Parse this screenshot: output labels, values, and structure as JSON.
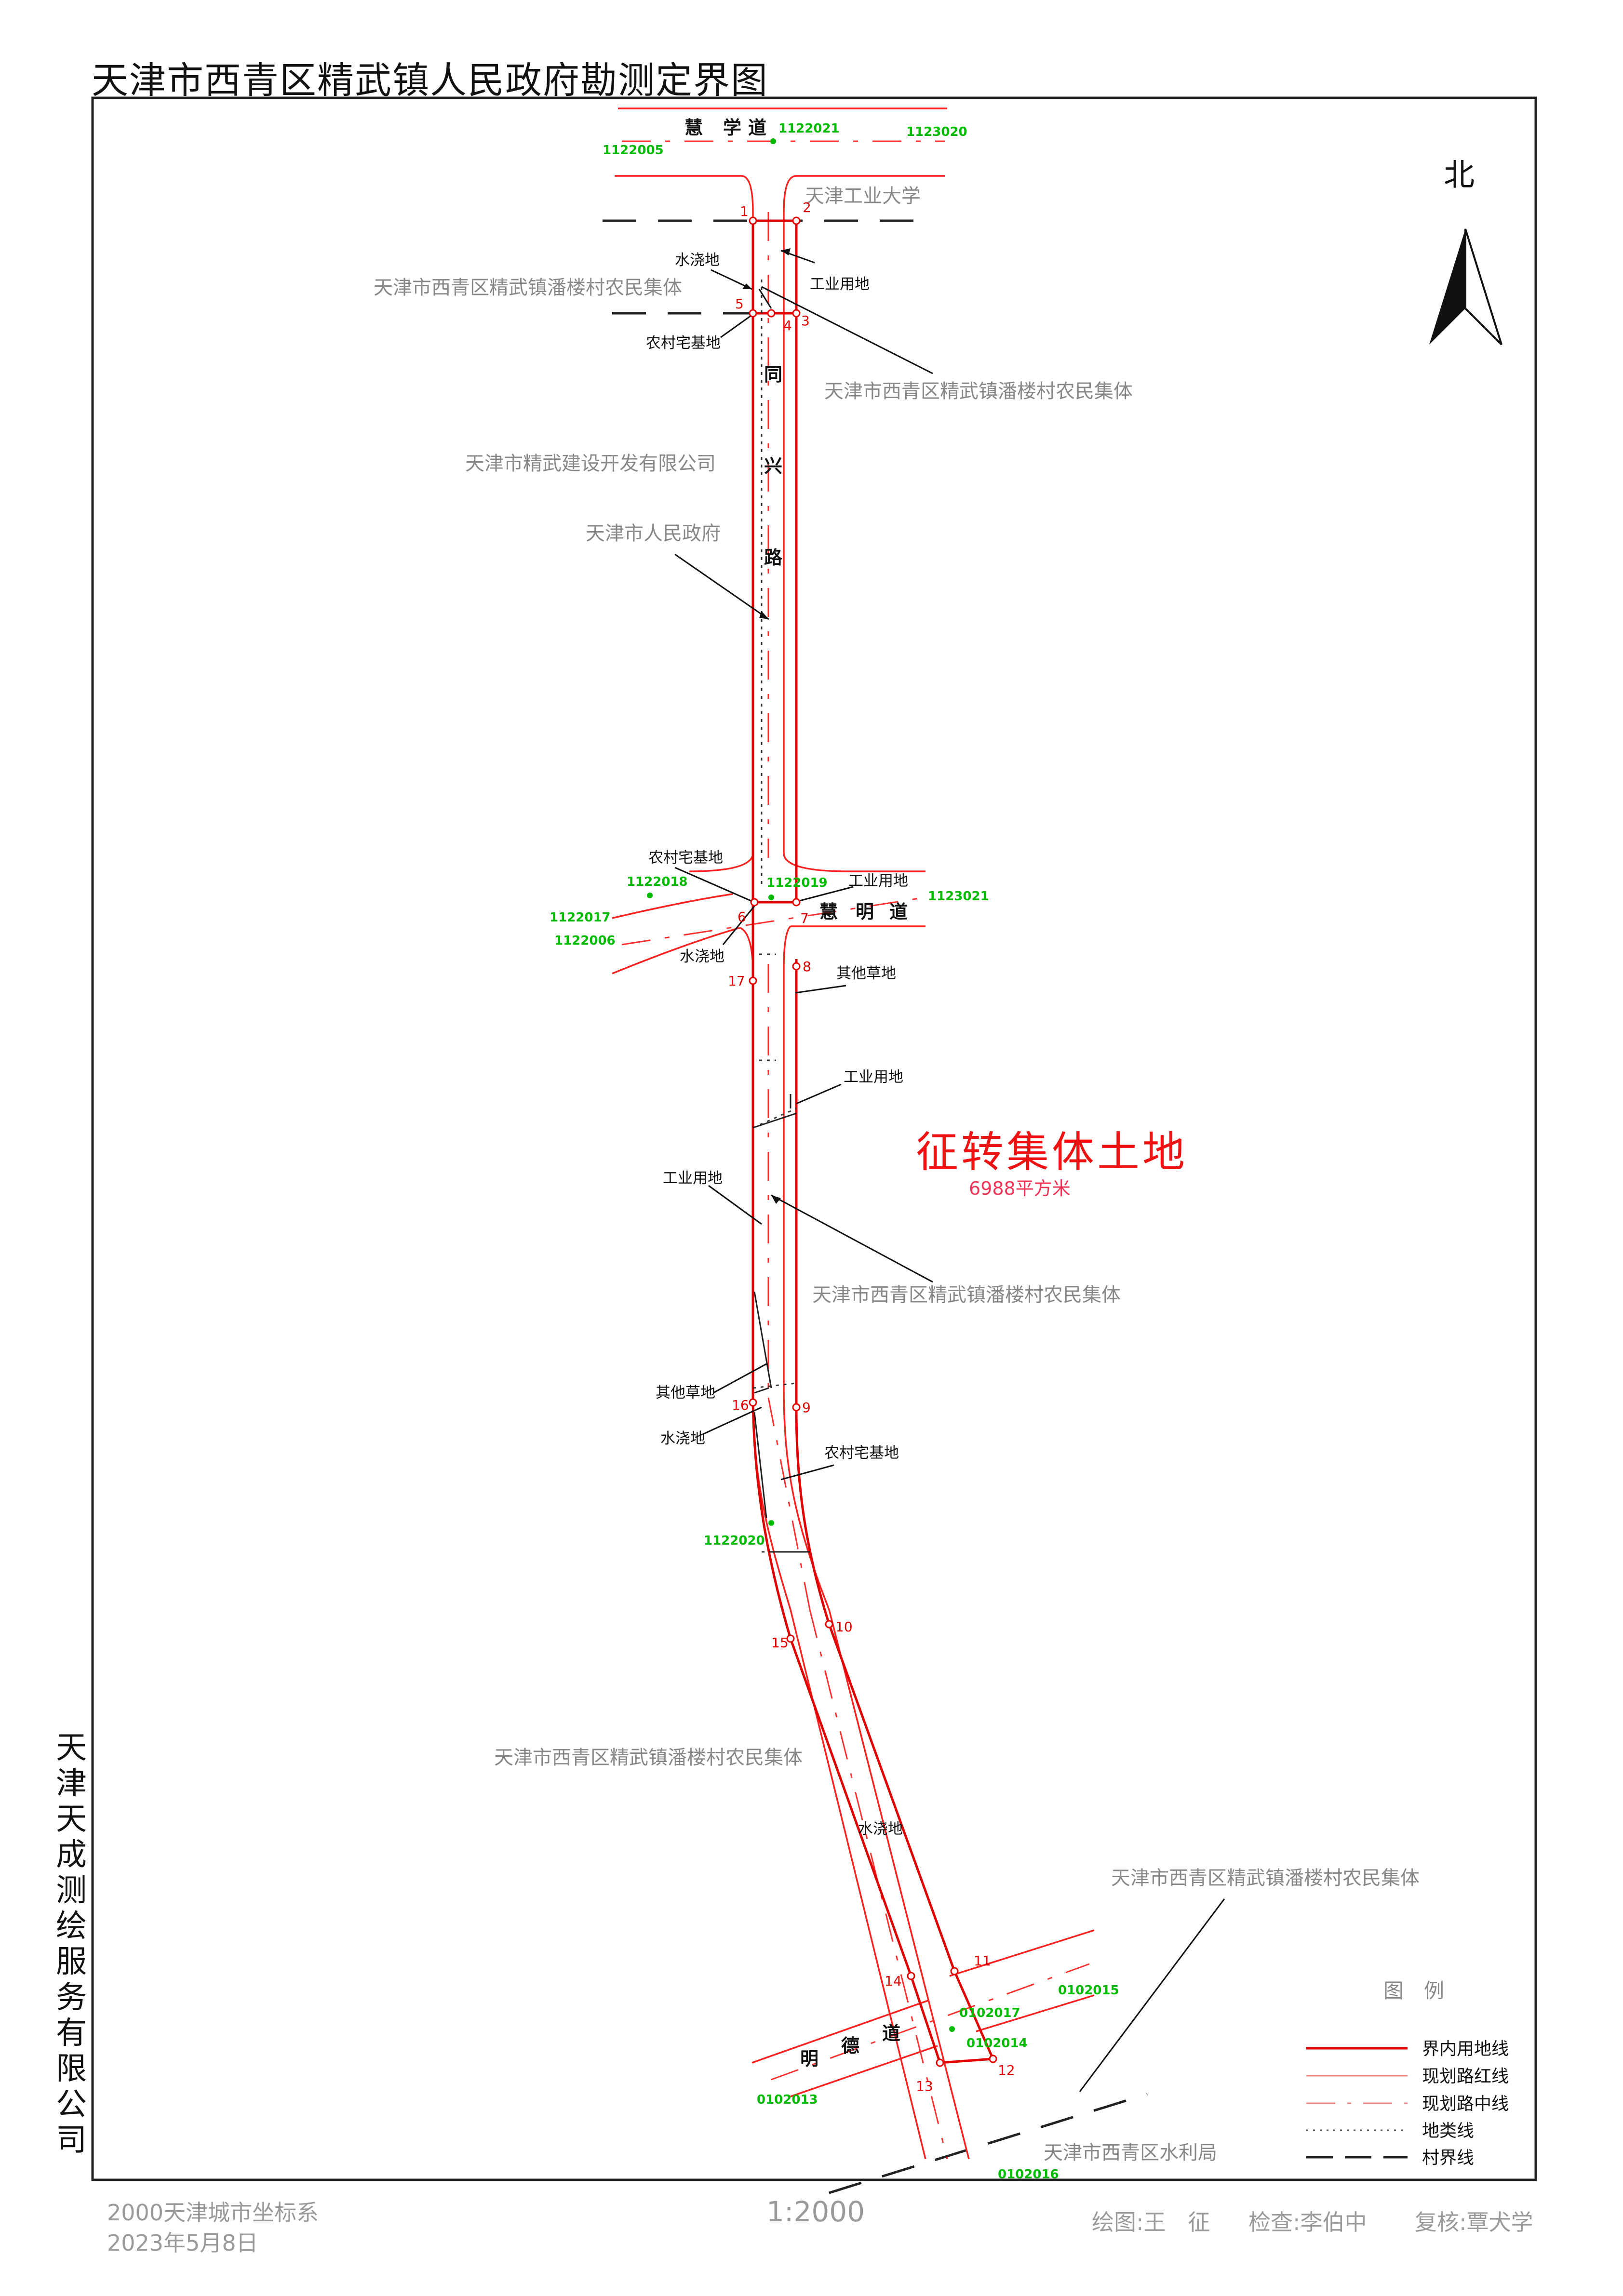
{
  "title": "天津市西青区精武镇人民政府勘测定界图",
  "company": "天津天成测绘服务有限公司",
  "north_label": "北",
  "scale": "1:2000",
  "coord_system": "2000天津城市坐标系",
  "date": "2023年5月8日",
  "drawer": "绘图:王　征",
  "checker": "检查:李伯中",
  "reviewer": "复核:覃犬学",
  "main_label": "征转集体土地",
  "area_label": "6988平方米",
  "roads": {
    "huixue": [
      "慧",
      "学",
      "道"
    ],
    "tongxing": [
      "同",
      "兴",
      "路"
    ],
    "huiming": [
      "慧",
      "明",
      "道"
    ],
    "mingde": [
      "明",
      "德",
      "道"
    ]
  },
  "owners": {
    "tianjin_univ": "天津工业大学",
    "panlou_1": "天津市西青区精武镇潘楼村农民集体",
    "panlou_2": "天津市西青区精武镇潘楼村农民集体",
    "panlou_3": "天津市西青区精武镇潘楼村农民集体",
    "panlou_4": "天津市西青区精武镇潘楼村农民集体",
    "panlou_5": "天津市西青区精武镇潘楼村农民集体",
    "jingwu_dev": "天津市精武建设开发有限公司",
    "gov": "天津市人民政府",
    "water_bureau": "天津市西青区水利局"
  },
  "landuse": {
    "water_1": "水浇地",
    "industrial_1": "工业用地",
    "homestead_1": "农村宅基地",
    "homestead_2": "农村宅基地",
    "industrial_2": "工业用地",
    "water_2": "水浇地",
    "grass_1": "其他草地",
    "industrial_3": "工业用地",
    "industrial_4": "工业用地",
    "grass_2": "其他草地",
    "water_3": "水浇地",
    "homestead_3": "农村宅基地",
    "water_4": "水浇地"
  },
  "control_points": {
    "p1122021": "1122021",
    "p1123020": "1123020",
    "p1122005": "1122005",
    "p1122018": "1122018",
    "p1122019": "1122019",
    "p1123021": "1123021",
    "p1122017": "1122017",
    "p1122006": "1122006",
    "p1122020": "1122020",
    "p0102015": "0102015",
    "p0102017": "0102017",
    "p0102014": "0102014",
    "p0102013": "0102013",
    "p0102016": "0102016"
  },
  "vertices": {
    "v1": "1",
    "v2": "2",
    "v3": "3",
    "v4": "4",
    "v5": "5",
    "v6": "6",
    "v7": "7",
    "v8": "8",
    "v9": "9",
    "v10": "10",
    "v11": "11",
    "v12": "12",
    "v13": "13",
    "v14": "14",
    "v15": "15",
    "v16": "16",
    "v17": "17"
  },
  "legend": {
    "title": "图　例",
    "items": [
      {
        "label": "界内用地线",
        "color": "#e00000"
      },
      {
        "label": "现划路红线",
        "color": "#f08080"
      },
      {
        "label": "现划路中线",
        "color": "#f08080"
      },
      {
        "label": "地类线",
        "color": "#555555"
      },
      {
        "label": "村界线",
        "color": "#222222"
      }
    ]
  },
  "colors": {
    "boundary": "#e00000",
    "road": "#ff3030",
    "control": "#00bb00",
    "label": "#888888"
  }
}
